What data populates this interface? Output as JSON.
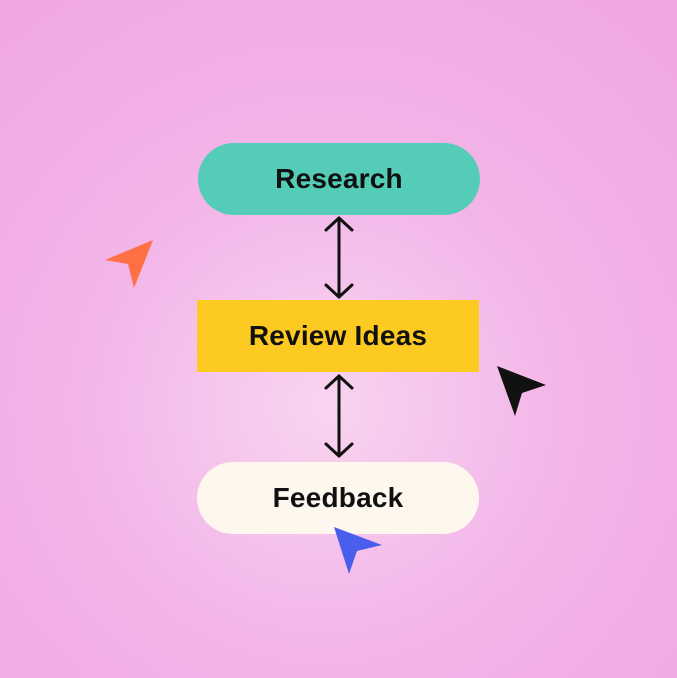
{
  "nodes": {
    "research": {
      "label": "Research",
      "color": "#55ccb7"
    },
    "review": {
      "label": "Review Ideas",
      "color": "#fdca21"
    },
    "feedback": {
      "label": "Feedback",
      "color": "#fdf7ee"
    }
  },
  "connectors": [
    {
      "from": "Research",
      "to": "Review Ideas",
      "direction": "bidirectional"
    },
    {
      "from": "Review Ideas",
      "to": "Feedback",
      "direction": "bidirectional"
    }
  ],
  "cursors": [
    {
      "name": "orange-cursor-icon",
      "color": "#ff7044"
    },
    {
      "name": "black-cursor-icon",
      "color": "#111111"
    },
    {
      "name": "blue-cursor-icon",
      "color": "#4a5eee"
    }
  ],
  "colors": {
    "background": "#f3b5e8",
    "arrow": "#111111"
  }
}
